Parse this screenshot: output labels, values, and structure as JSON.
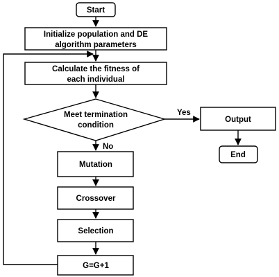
{
  "flowchart": {
    "nodes": {
      "start": {
        "lines": [
          "Start"
        ]
      },
      "initialize": {
        "lines": [
          "Initialize population and DE",
          "algorithm parameters"
        ]
      },
      "fitness": {
        "lines": [
          "Calculate the fitness of",
          "each individual"
        ]
      },
      "decision": {
        "lines": [
          "Meet  termination",
          "condition"
        ]
      },
      "output": {
        "lines": [
          "Output"
        ]
      },
      "end": {
        "lines": [
          "End"
        ]
      },
      "mutation": {
        "lines": [
          "Mutation"
        ]
      },
      "crossover": {
        "lines": [
          "Crossover"
        ]
      },
      "selection": {
        "lines": [
          "Selection"
        ]
      },
      "increment": {
        "lines": [
          "G=G+1"
        ]
      }
    },
    "edges": {
      "yes_label": "Yes",
      "no_label": "No"
    }
  },
  "colors": {
    "stroke": "#000000",
    "fill": "#ffffff",
    "text": "#000000"
  }
}
